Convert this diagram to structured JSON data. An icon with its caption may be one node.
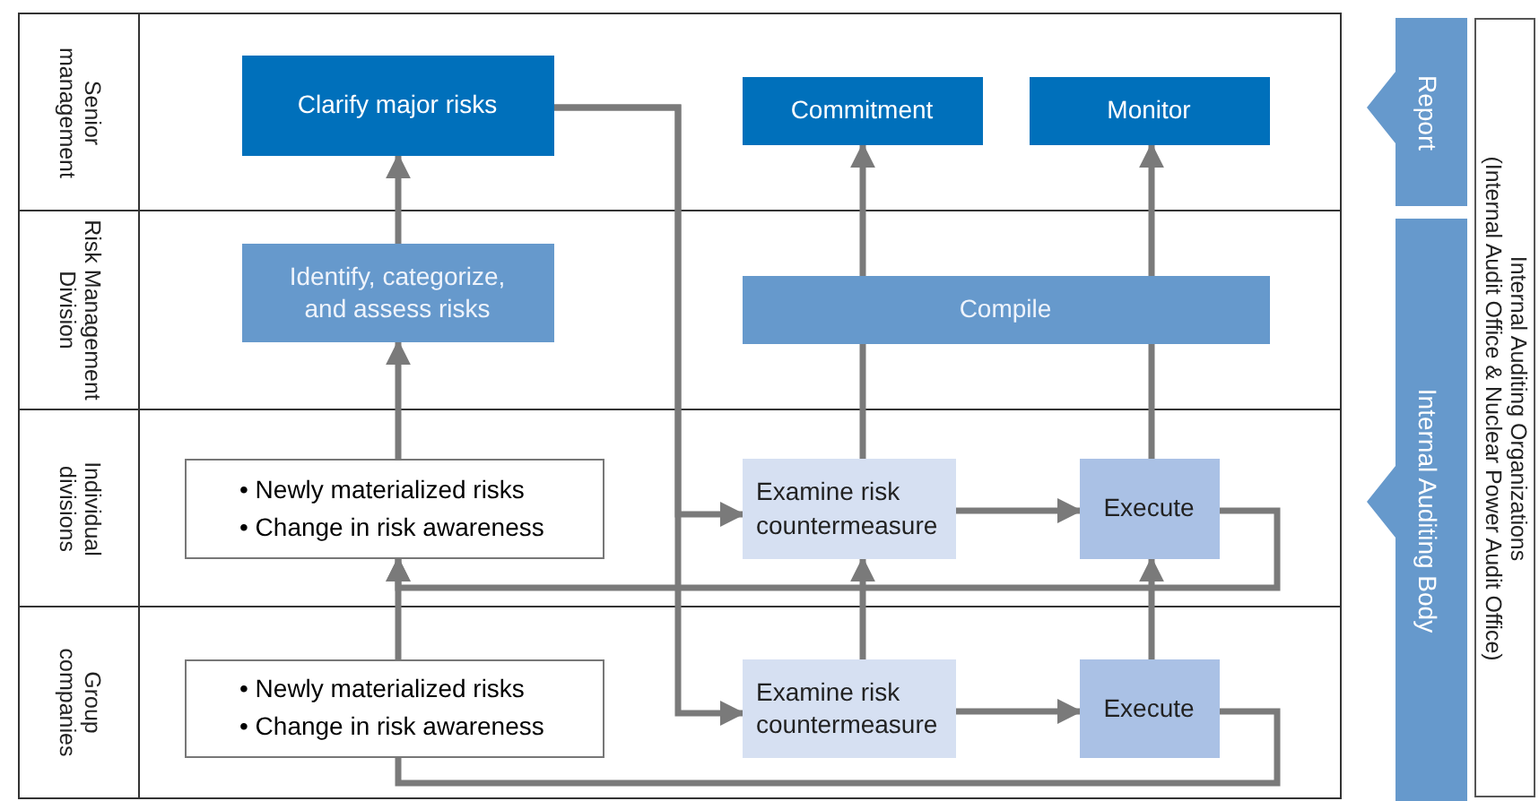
{
  "diagram": {
    "nodes": [
      {
        "text": [
          "Senior management"
        ]
      },
      {
        "text": [
          "Risk Management Division"
        ]
      },
      {
        "text": [
          "Individual divisions"
        ]
      },
      {
        "text": [
          "Group companies"
        ]
      },
      {
        "text": [
          "Clarify major risks"
        ],
        "in": 0
      },
      {
        "text": [
          "Commitment"
        ],
        "in": 0
      },
      {
        "text": [
          "Monitor"
        ],
        "in": 0
      },
      {
        "text": [
          "Identify, categorize, and assess risks"
        ],
        "in": 1
      },
      {
        "text": [
          "Compile"
        ],
        "in": 1
      },
      {
        "text": [
          "• Newly materialized risks",
          "• Change in risk awareness"
        ],
        "in": 2
      },
      {
        "text": [
          "Examine risk countermeasure"
        ],
        "in": 2
      },
      {
        "text": [
          "Execute"
        ],
        "in": 2
      },
      {
        "text": [
          "• Newly materialized risks",
          "• Change in risk awareness"
        ],
        "in": 3
      },
      {
        "text": [
          "Examine risk countermeasure"
        ],
        "in": 3
      },
      {
        "text": [
          "Execute"
        ],
        "in": 3
      },
      {
        "text": [
          "Report"
        ]
      },
      {
        "text": [
          "Internal Auditing Body"
        ]
      },
      {
        "text": [
          "Internal Auditing Organizations",
          "(Internal Audit Office & Nuclear Power Audit Office)"
        ]
      }
    ],
    "edges": [
      {
        "from": 7,
        "to": 4,
        "arrow": "to"
      },
      {
        "from": 9,
        "to": 7,
        "arrow": "to"
      },
      {
        "from": 4,
        "to": 10,
        "arrow": "to"
      },
      {
        "from": 4,
        "to": 13,
        "arrow": "to"
      },
      {
        "from": 10,
        "to": 11,
        "arrow": "to"
      },
      {
        "from": 13,
        "to": 14,
        "arrow": "to"
      },
      {
        "from": 10,
        "to": 8,
        "arrow": "none"
      },
      {
        "from": 8,
        "to": 5,
        "arrow": "to"
      },
      {
        "from": 11,
        "to": 8,
        "arrow": "none"
      },
      {
        "from": 8,
        "to": 6,
        "arrow": "to"
      },
      {
        "from": 13,
        "to": 10,
        "arrow": "to"
      },
      {
        "from": 14,
        "to": 11,
        "arrow": "to"
      },
      {
        "from": 12,
        "to": 9,
        "arrow": "to"
      },
      {
        "from": 11,
        "to": 9,
        "arrow": "to"
      },
      {
        "from": 12,
        "to": 14,
        "arrow": "none"
      }
    ]
  }
}
